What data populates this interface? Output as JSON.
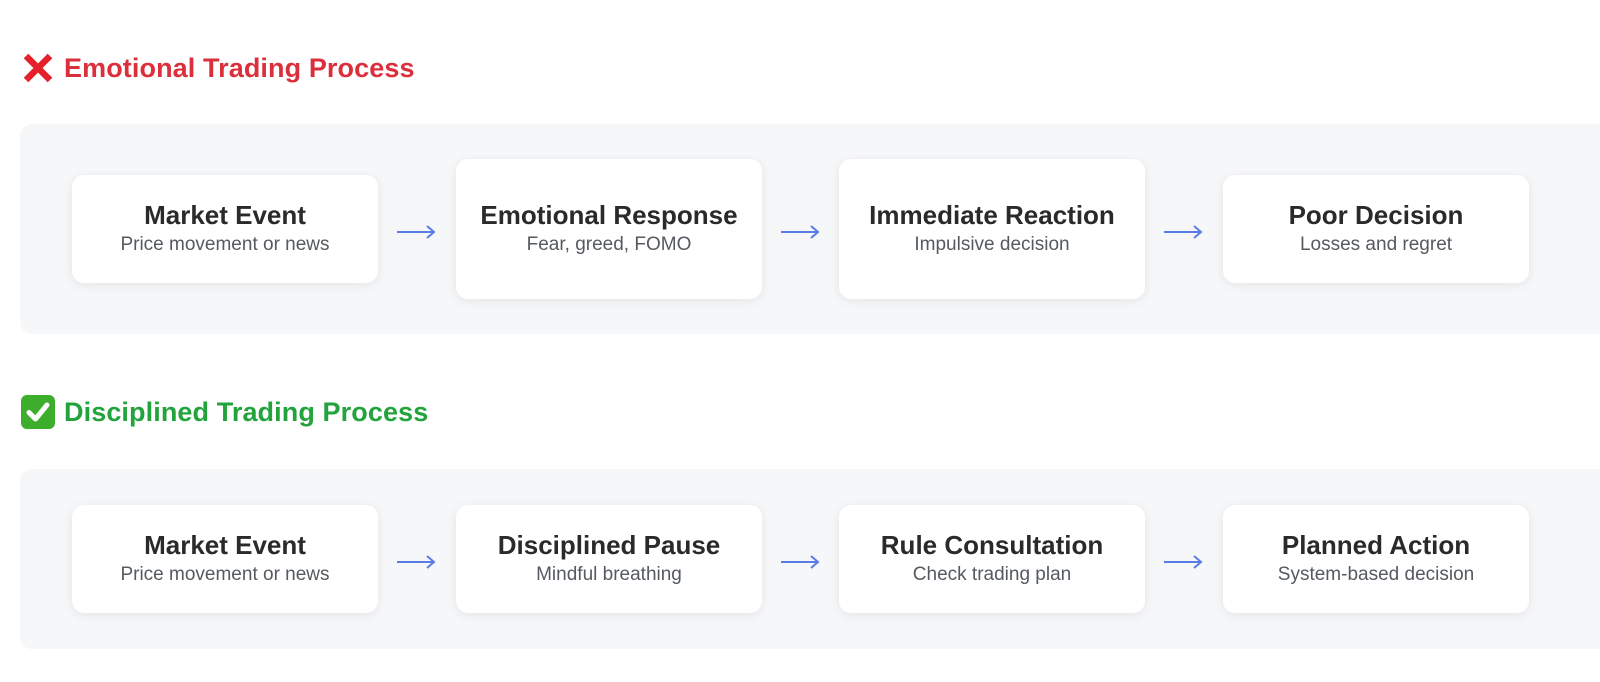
{
  "emotional": {
    "heading": "Emotional Trading Process",
    "heading_icon": "cross-mark-icon",
    "heading_color": "#dc2f3c",
    "steps": [
      {
        "title": "Market Event",
        "desc": "Price movement or news"
      },
      {
        "title": "Emotional Response",
        "desc": "Fear, greed, FOMO"
      },
      {
        "title": "Immediate Reaction",
        "desc": "Impulsive decision"
      },
      {
        "title": "Poor Decision",
        "desc": "Losses and regret"
      }
    ]
  },
  "disciplined": {
    "heading": "Disciplined Trading Process",
    "heading_icon": "check-mark-button-icon",
    "heading_color": "#22a33c",
    "steps": [
      {
        "title": "Market Event",
        "desc": "Price movement or news"
      },
      {
        "title": "Disciplined Pause",
        "desc": "Mindful breathing"
      },
      {
        "title": "Rule Consultation",
        "desc": "Check trading plan"
      },
      {
        "title": "Planned Action",
        "desc": "System-based decision"
      }
    ]
  },
  "arrow_icon": "right-arrow-icon",
  "arrow_color": "#5b7be6"
}
